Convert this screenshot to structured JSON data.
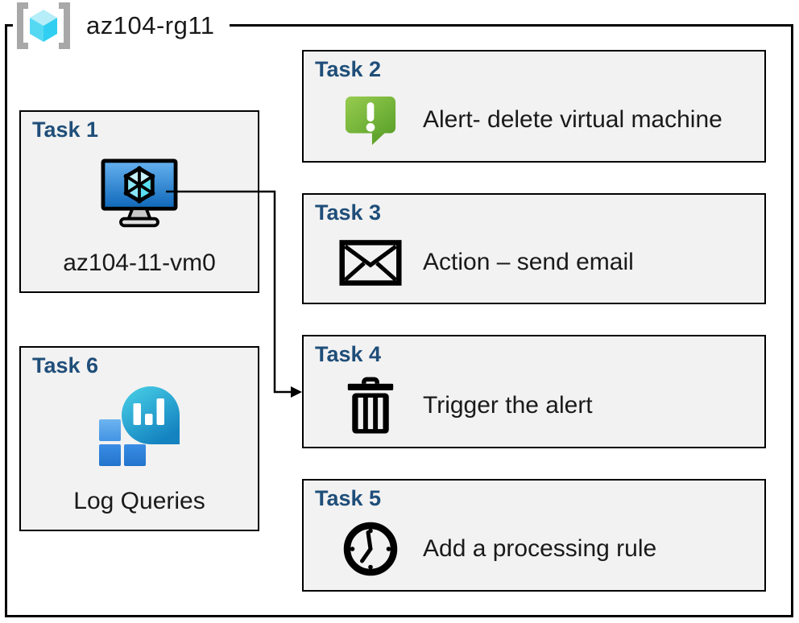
{
  "resource_group": {
    "name": "az104-rg11",
    "icon": "resource-group-icon"
  },
  "tasks": [
    {
      "title": "Task 1",
      "label": "az104-11-vm0",
      "icon": "virtual-machine-icon"
    },
    {
      "title": "Task 2",
      "label": "Alert- delete virtual machine",
      "icon": "alert-icon"
    },
    {
      "title": "Task 3",
      "label": "Action – send email",
      "icon": "email-icon"
    },
    {
      "title": "Task 4",
      "label": "Trigger the alert",
      "icon": "trash-icon"
    },
    {
      "title": "Task 5",
      "label": "Add a processing rule",
      "icon": "clock-icon"
    },
    {
      "title": "Task 6",
      "label": "Log Queries",
      "icon": "log-queries-icon"
    }
  ],
  "connector": {
    "from": "task-1-virtual-machine",
    "to": "task-4"
  },
  "colors": {
    "task_title": "#1F4E79",
    "box_background": "#F2F2F2",
    "box_border": "#000000",
    "outer_border": "#000000",
    "alert_green_light": "#8DC63F",
    "alert_green_dark": "#5FA52E",
    "vm_screen_blue_light": "#66B2F0",
    "vm_screen_blue_dark": "#0E67B8",
    "log_teal_light": "#4AD2E8",
    "log_teal_dark": "#1483C0",
    "log_square_blue": "#3A8DE4",
    "rg_cube_cyan": "#50D8F4",
    "rg_bracket_gray": "#A8A8A8"
  }
}
